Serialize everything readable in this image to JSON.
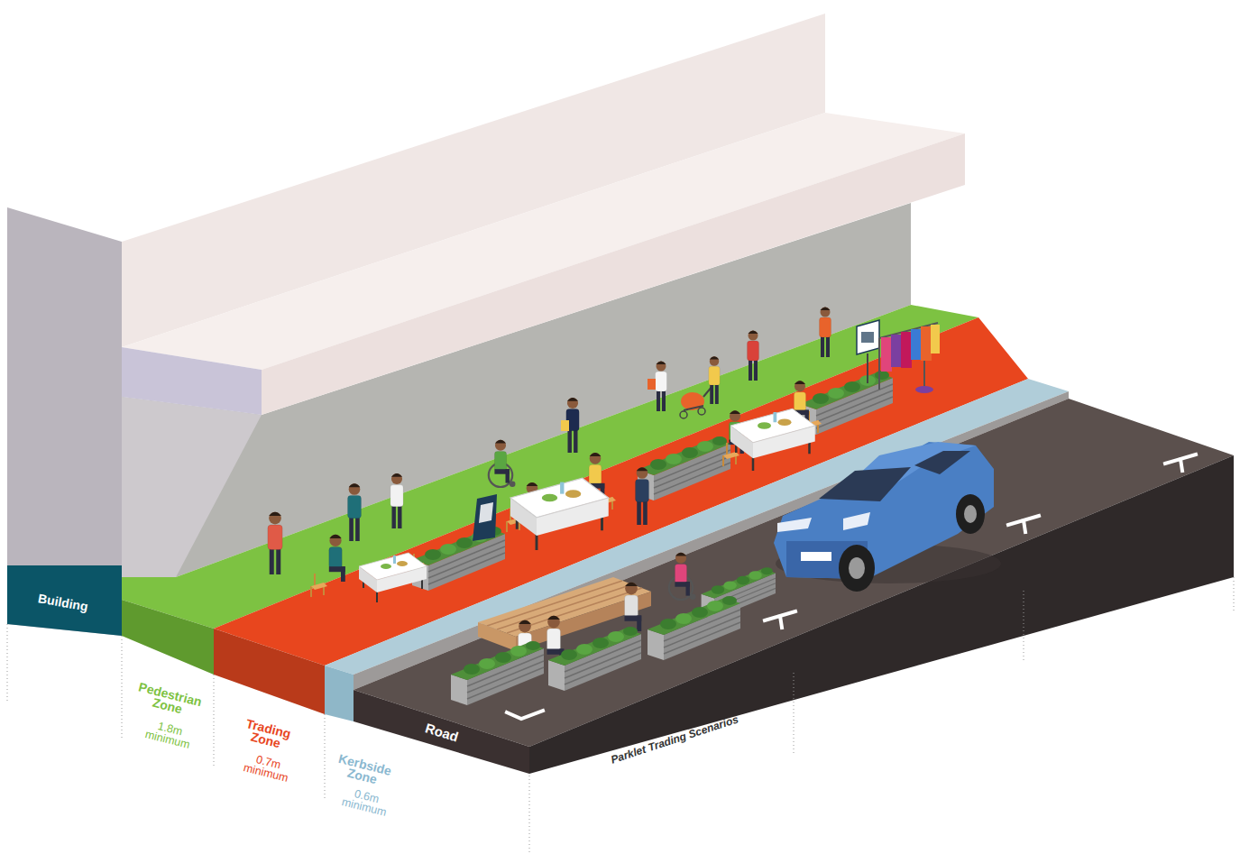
{
  "diagram": {
    "nodes": [
      {
        "text": [
          "Building"
        ]
      },
      {
        "text": [
          "Pedestrian Zone",
          "1.8m minimum"
        ]
      },
      {
        "text": [
          "Trading Zone",
          "0.7m minimum"
        ]
      },
      {
        "text": [
          "Kerbside Zone",
          "0.6m minimum"
        ]
      },
      {
        "text": [
          "Road"
        ]
      }
    ],
    "labels": [
      "Parklet Trading Scenarios"
    ]
  }
}
